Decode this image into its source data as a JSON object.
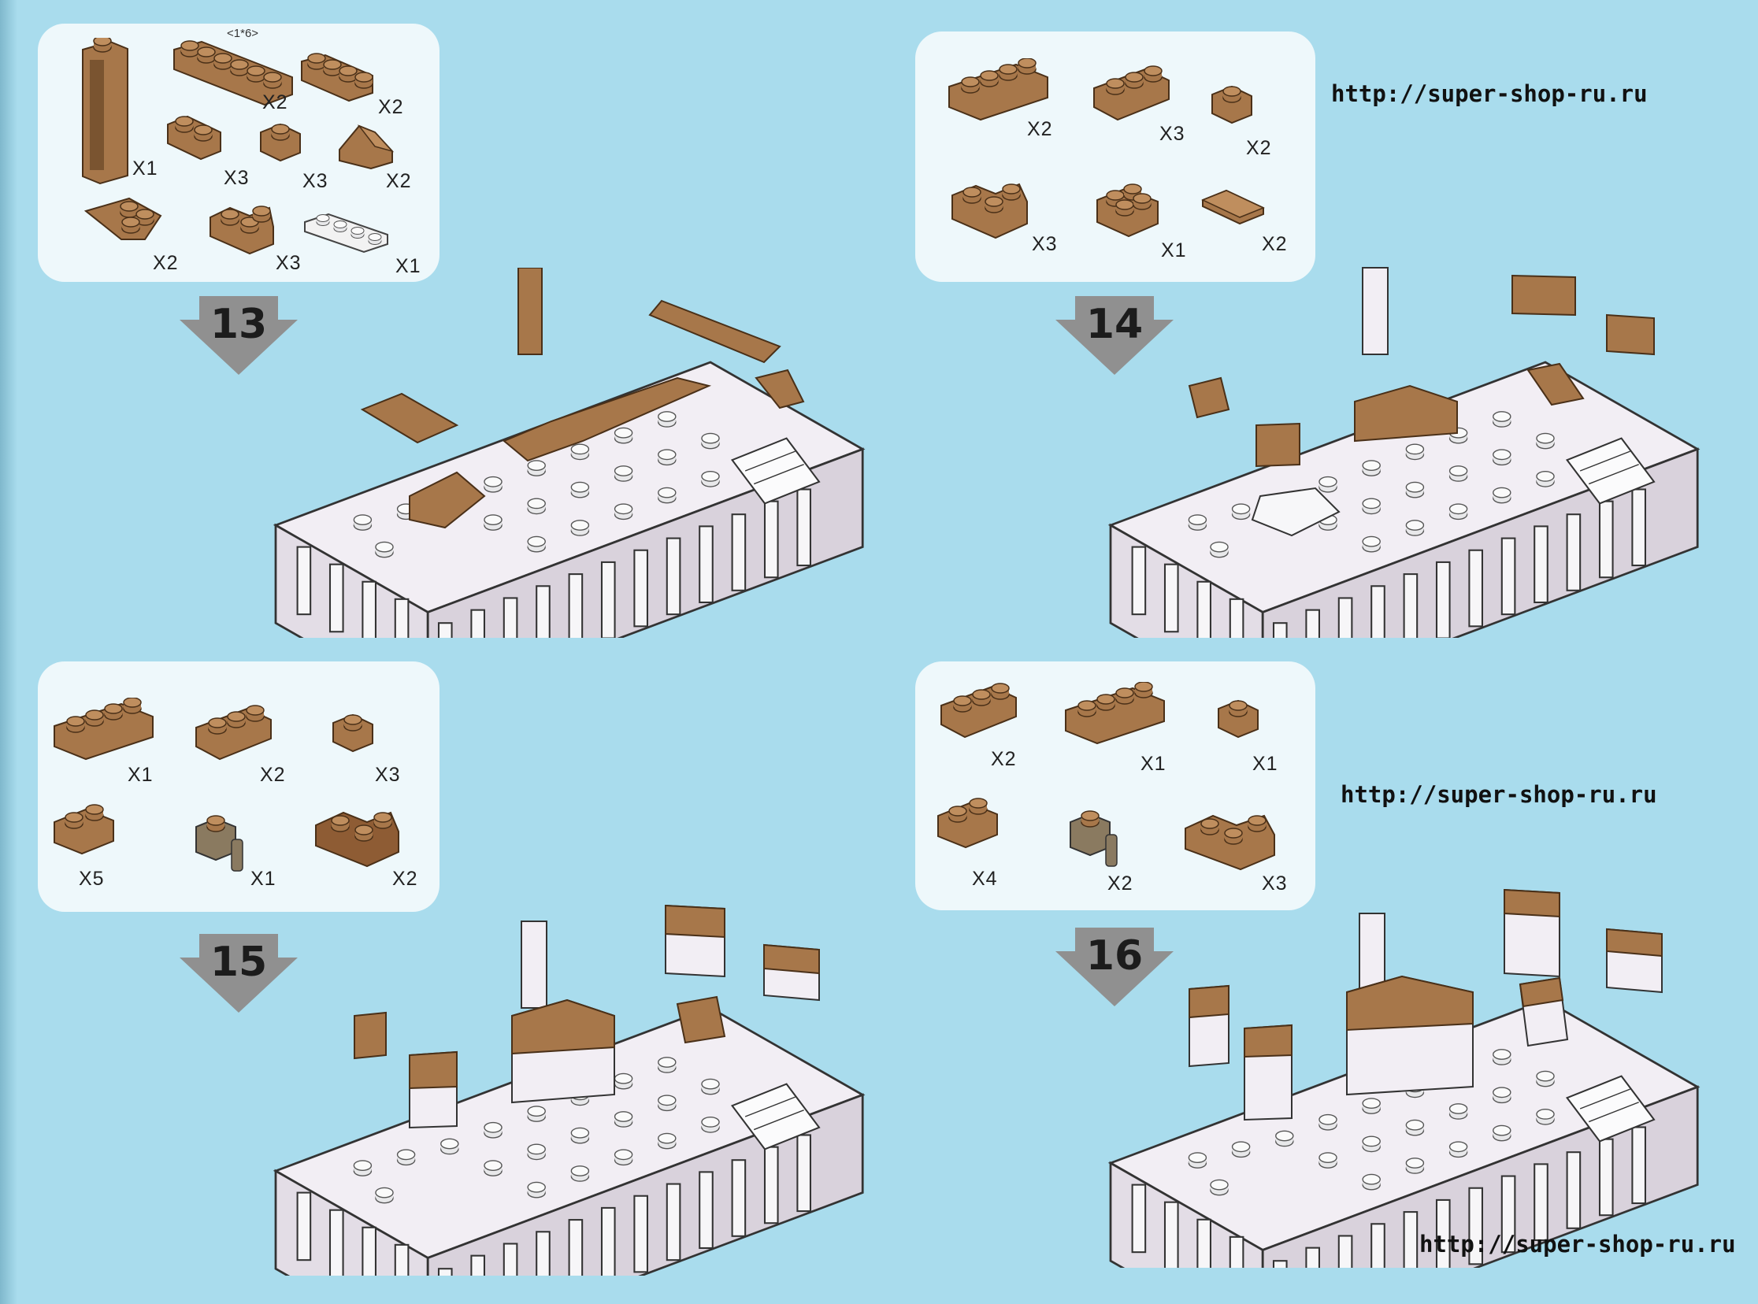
{
  "colors": {
    "background": "#a9dced",
    "panel": "#eef8fb",
    "brick": "#a7774a",
    "brick_dark": "#6e4a26",
    "brick_white": "#f2eef4",
    "arrow": "#909090"
  },
  "watermarks": {
    "url_1": "http://super-shop-ru.ru",
    "url_2": "http://super-shop-ru.ru",
    "url_3": "http://super-shop-ru.ru"
  },
  "steps": {
    "s13": {
      "number": "13",
      "note": "<1*6>",
      "parts": [
        {
          "icon": "brick-1x1-tall-icon",
          "qty": "X1"
        },
        {
          "icon": "brick-1x6-icon",
          "qty": "X2"
        },
        {
          "icon": "brick-1x4-icon",
          "qty": "X2"
        },
        {
          "icon": "brick-1x2-icon",
          "qty": "X3"
        },
        {
          "icon": "brick-1x1-icon",
          "qty": "X3"
        },
        {
          "icon": "slope-icon",
          "qty": "X2"
        },
        {
          "icon": "wedge-plate-icon",
          "qty": "X2"
        },
        {
          "icon": "corner-brick-icon",
          "qty": "X3"
        },
        {
          "icon": "white-plate-1x4-icon",
          "qty": "X1"
        }
      ]
    },
    "s14": {
      "number": "14",
      "parts": [
        {
          "icon": "brick-1x4-icon",
          "qty": "X2"
        },
        {
          "icon": "brick-1x3-icon",
          "qty": "X3"
        },
        {
          "icon": "brick-1x1-icon",
          "qty": "X2"
        },
        {
          "icon": "corner-brick-icon",
          "qty": "X3"
        },
        {
          "icon": "brick-2x2-icon",
          "qty": "X1"
        },
        {
          "icon": "tile-1x2-icon",
          "qty": "X2"
        }
      ]
    },
    "s15": {
      "number": "15",
      "parts": [
        {
          "icon": "brick-1x4-icon",
          "qty": "X1"
        },
        {
          "icon": "brick-1x3-icon",
          "qty": "X2"
        },
        {
          "icon": "brick-1x1-icon",
          "qty": "X3"
        },
        {
          "icon": "brick-1x2-icon",
          "qty": "X5"
        },
        {
          "icon": "clip-brick-icon",
          "qty": "X1"
        },
        {
          "icon": "corner-brick-icon",
          "qty": "X2"
        }
      ]
    },
    "s16": {
      "number": "16",
      "parts": [
        {
          "icon": "brick-1x3-icon",
          "qty": "X2"
        },
        {
          "icon": "brick-1x4-icon",
          "qty": "X1"
        },
        {
          "icon": "brick-1x1-icon",
          "qty": "X1"
        },
        {
          "icon": "brick-1x2-icon",
          "qty": "X4"
        },
        {
          "icon": "clip-brick-icon",
          "qty": "X2"
        },
        {
          "icon": "corner-brick-icon",
          "qty": "X3"
        }
      ]
    }
  }
}
